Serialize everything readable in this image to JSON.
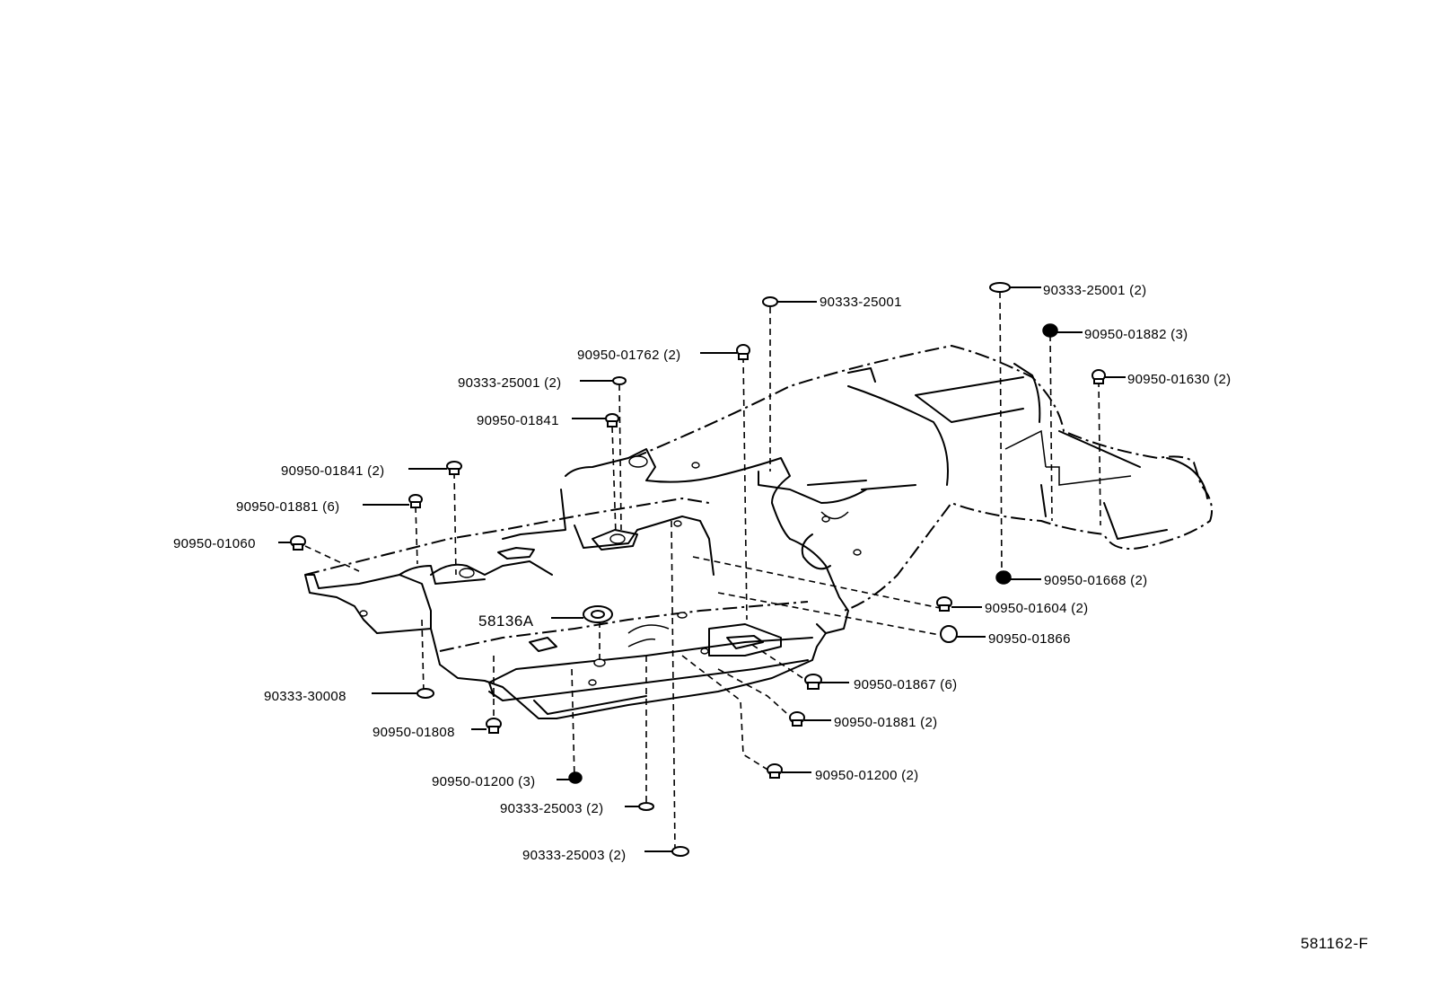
{
  "labels": {
    "l01": "90333-25001",
    "l02": "90333-25001 (2)",
    "l03": "90950-01882 (3)",
    "l04": "90950-01762 (2)",
    "l05": "90950-01630 (2)",
    "l06": "90333-25001 (2)",
    "l07": "90950-01841",
    "l08": "90950-01841 (2)",
    "l09": "90950-01881 (6)",
    "l10": "90950-01060",
    "l11": "90950-01668 (2)",
    "l12": "90950-01604 (2)",
    "l13": "58136A",
    "l14": "90950-01866",
    "l15": "90950-01867 (6)",
    "l16": "90333-30008",
    "l17": "90950-01881 (2)",
    "l18": "90950-01808",
    "l19": "90950-01200 (2)",
    "l20": "90950-01200 (3)",
    "l21": "90333-25003 (2)",
    "l22": "90333-25003 (2)"
  },
  "figure_code": "581162-F"
}
